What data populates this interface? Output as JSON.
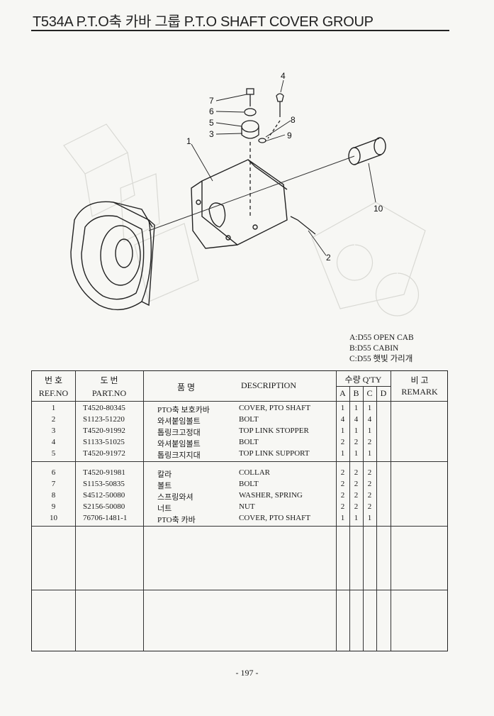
{
  "header": {
    "title": "T534A P.T.O축 카바 그룹 P.T.O SHAFT COVER GROUP"
  },
  "diagram": {
    "callouts": [
      "1",
      "2",
      "3",
      "4",
      "5",
      "6",
      "7",
      "8",
      "9",
      "10"
    ]
  },
  "legend": {
    "lines": [
      "A:D55 OPEN CAB",
      "B:D55 CABIN",
      "C:D55 햇빛 가리개"
    ]
  },
  "table": {
    "headers": {
      "ref_ko": "번 호",
      "ref_en": "REF.NO",
      "part_ko": "도 번",
      "part_en": "PART.NO",
      "name_ko": "품 명",
      "description": "DESCRIPTION",
      "qty": "수량 Q'TY",
      "qty_cols": [
        "A",
        "B",
        "C",
        "D"
      ],
      "remark_ko": "비 고",
      "remark_en": "REMARK"
    },
    "rows": [
      {
        "ref": "1",
        "part": "T4520-80345",
        "name": "PTO축 보호카바",
        "desc": "COVER, PTO SHAFT",
        "a": "1",
        "b": "1",
        "c": "1",
        "d": ""
      },
      {
        "ref": "2",
        "part": "S1123-51220",
        "name": "와셔붙임볼트",
        "desc": "BOLT",
        "a": "4",
        "b": "4",
        "c": "4",
        "d": ""
      },
      {
        "ref": "3",
        "part": "T4520-91992",
        "name": "톱링크고정대",
        "desc": "TOP LINK STOPPER",
        "a": "1",
        "b": "1",
        "c": "1",
        "d": ""
      },
      {
        "ref": "4",
        "part": "S1133-51025",
        "name": "와셔붙임볼트",
        "desc": "BOLT",
        "a": "2",
        "b": "2",
        "c": "2",
        "d": ""
      },
      {
        "ref": "5",
        "part": "T4520-91972",
        "name": "톱링크지지대",
        "desc": "TOP LINK SUPPORT",
        "a": "1",
        "b": "1",
        "c": "1",
        "d": ""
      },
      {
        "ref": "6",
        "part": "T4520-91981",
        "name": "칼라",
        "desc": "COLLAR",
        "a": "2",
        "b": "2",
        "c": "2",
        "d": ""
      },
      {
        "ref": "7",
        "part": "S1153-50835",
        "name": "볼트",
        "desc": "BOLT",
        "a": "2",
        "b": "2",
        "c": "2",
        "d": ""
      },
      {
        "ref": "8",
        "part": "S4512-50080",
        "name": "스프링와셔",
        "desc": "WASHER, SPRING",
        "a": "2",
        "b": "2",
        "c": "2",
        "d": ""
      },
      {
        "ref": "9",
        "part": "S2156-50080",
        "name": "너트",
        "desc": "NUT",
        "a": "2",
        "b": "2",
        "c": "2",
        "d": ""
      },
      {
        "ref": "10",
        "part": "76706-1481-1",
        "name": "PTO축 카바",
        "desc": "COVER, PTO SHAFT",
        "a": "1",
        "b": "1",
        "c": "1",
        "d": ""
      }
    ]
  },
  "footer": {
    "page": "- 197 -"
  }
}
